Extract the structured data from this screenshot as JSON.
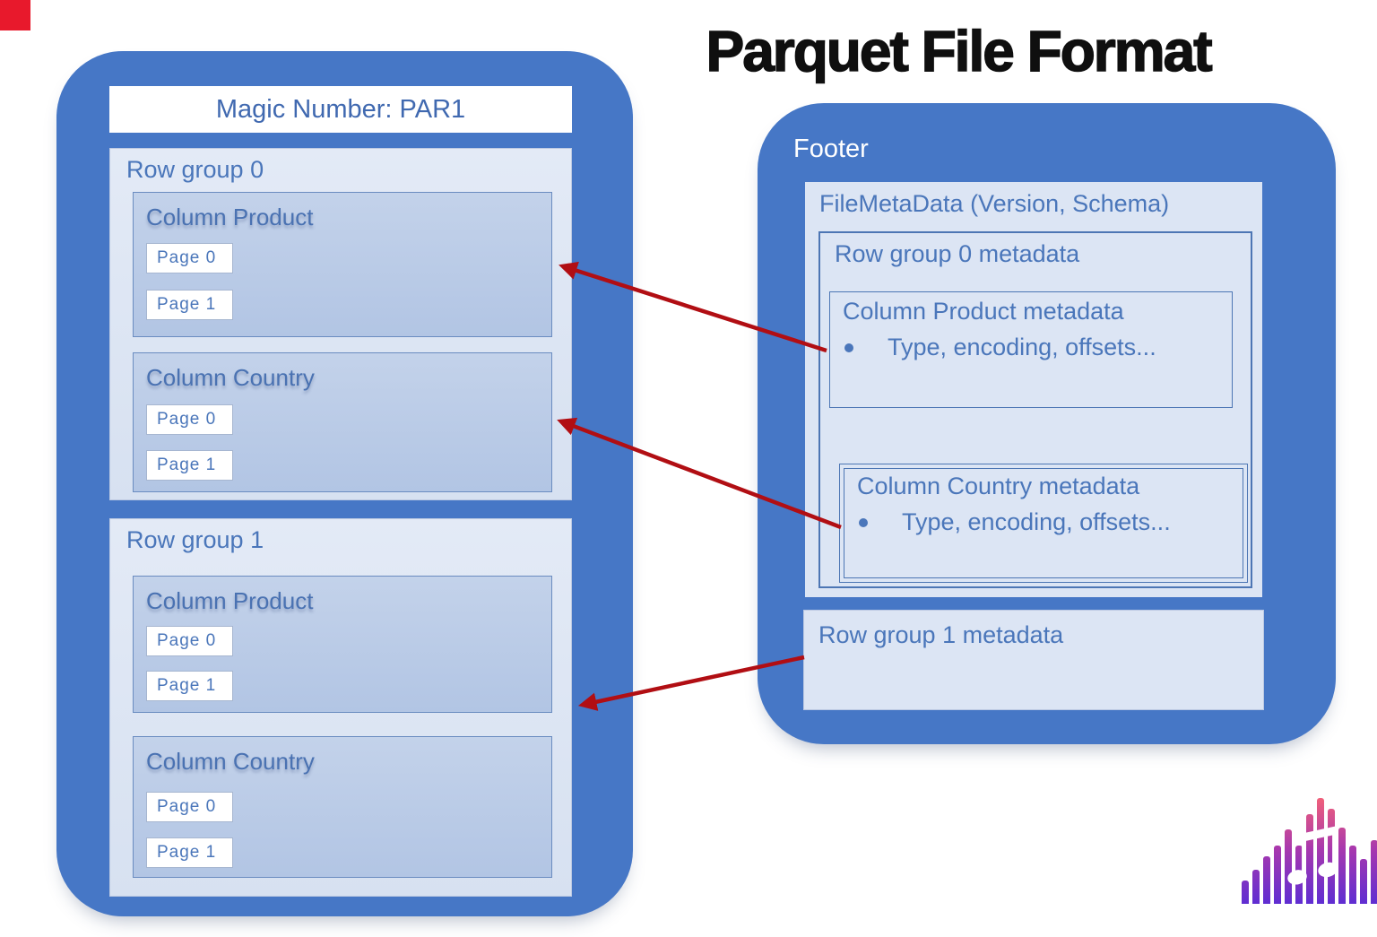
{
  "title": "Parquet File Format",
  "file_panel": {
    "magic_number": "Magic Number: PAR1",
    "row_groups": [
      {
        "label": "Row group 0",
        "columns": [
          {
            "label": "Column Product",
            "pages": [
              {
                "label": "Page 0"
              },
              {
                "label": "Page 1"
              }
            ]
          },
          {
            "label": "Column Country",
            "pages": [
              {
                "label": "Page 0"
              },
              {
                "label": "Page 1"
              }
            ]
          }
        ]
      },
      {
        "label": "Row group 1",
        "columns": [
          {
            "label": "Column Product",
            "pages": [
              {
                "label": "Page 0"
              },
              {
                "label": "Page 1"
              }
            ]
          },
          {
            "label": "Column Country",
            "pages": [
              {
                "label": "Page 0"
              },
              {
                "label": "Page 1"
              }
            ]
          }
        ]
      }
    ]
  },
  "footer_panel": {
    "label": "Footer",
    "file_metadata": {
      "label": "FileMetaData (Version, Schema)",
      "row_group_0_metadata": {
        "label": "Row group 0 metadata",
        "column_metadata": [
          {
            "label": "Column Product metadata",
            "detail": "Type, encoding, offsets..."
          },
          {
            "label": "Column Country metadata",
            "detail": "Type, encoding, offsets..."
          }
        ]
      }
    },
    "row_group_1_metadata": {
      "label": "Row group 1 metadata"
    }
  },
  "colors": {
    "panel_blue": "#4677c6",
    "box_light": "#dce5f4",
    "box_medium": "#b6c8e6",
    "border_blue": "#4d76b4",
    "text_blue": "#4a76ba",
    "arrow_red": "#b10e13",
    "title_black": "#0f0f0f",
    "corner_marker_red": "#e8192c",
    "logo_gradient_top": "#f0607a",
    "logo_gradient_bottom": "#5f2ed2"
  },
  "logo": {
    "name": "equalizer-music-logo",
    "bar_heights": [
      0.22,
      0.32,
      0.45,
      0.55,
      0.7,
      0.55,
      0.85,
      1.0,
      0.9,
      0.72,
      0.55,
      0.42,
      0.6
    ]
  }
}
